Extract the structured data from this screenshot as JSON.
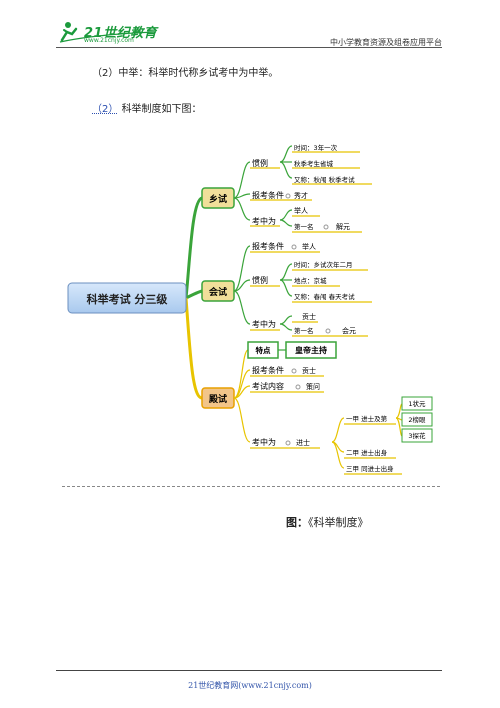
{
  "header": {
    "logo_text": "21世纪教育",
    "logo_url": "www.21cnjy.com",
    "site_title": "中小学教育资源及组卷应用平台"
  },
  "paragraphs": {
    "p1": "（2）中举：科举时代称乡试考中为中举。",
    "p2_num": "（2）",
    "p2_text": "科举制度如下图："
  },
  "mindmap": {
    "root": "科举考试 分三级",
    "nodes": {
      "xiangshi": "乡试",
      "huishi": "会试",
      "dianshi": "殿试",
      "x_guanli": "惯例",
      "x_time": "时间：3年一次",
      "x_place": "秋季考生省城",
      "x_also": "又称：秋闱 秋季考试",
      "x_cond_label": "报考条件",
      "x_cond": "秀才",
      "x_pass_label": "考中为",
      "x_juren": "举人",
      "x_first": "第一名",
      "x_jieyuan": "解元",
      "h_cond_label": "报考条件",
      "h_cond": "举人",
      "h_guanli": "惯例",
      "h_time": "时间：乡试次年二月",
      "h_place": "地点：京城",
      "h_also": "又称：春闱 春天考试",
      "h_pass_label": "考中为",
      "h_gongshi": "贡士",
      "h_first": "第一名",
      "h_huiyuan": "会元",
      "d_tedian": "特点",
      "d_host": "皇帝主持",
      "d_cond_label": "报考条件",
      "d_cond": "贡士",
      "d_content_label": "考试内容",
      "d_content": "策问",
      "d_pass_label": "考中为",
      "d_jinshi": "进士",
      "d_yijia": "一甲 进士及第",
      "d_erjia": "二甲 进士出身",
      "d_sanjia": "三甲 同进士出身",
      "d_zhuangyuan": "1状元",
      "d_bangyan": "2榜眼",
      "d_tanhua": "3探花"
    }
  },
  "caption": {
    "label": "图：",
    "title": "《科举制度》"
  },
  "footer": {
    "text": "21世纪教育网(www.21cnjy.com)"
  },
  "colors": {
    "logo_green": "#1b9a3c",
    "branch_green": "#3aa43a",
    "branch_yellow": "#e8c400",
    "link_blue": "#2b4fb0"
  }
}
